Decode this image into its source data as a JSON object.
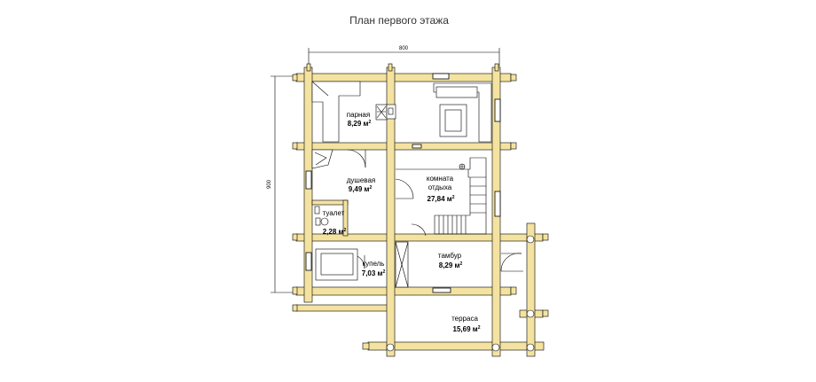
{
  "title": "План первого этажа",
  "dimensions": {
    "width": "800",
    "height": "900"
  },
  "rooms": [
    {
      "id": "parnaya",
      "name": "парная",
      "area": "8,29 м",
      "sup": "2"
    },
    {
      "id": "dushevaya",
      "name": "душевая",
      "area": "9,49 м",
      "sup": "2"
    },
    {
      "id": "komnata",
      "name_line1": "комната",
      "name_line2": "отдыха",
      "area": "27,84 м",
      "sup": "2"
    },
    {
      "id": "tualet",
      "name": "туалет",
      "area": "2,28 м",
      "sup": "2"
    },
    {
      "id": "kupel",
      "name": "купель",
      "area": "7,03 м",
      "sup": "2"
    },
    {
      "id": "tambur",
      "name": "тамбур",
      "area": "8,29 м",
      "sup": "2"
    },
    {
      "id": "terrasa",
      "name": "терраса",
      "area": "15,69 м",
      "sup": "2"
    }
  ],
  "colors": {
    "log": "#f4e3a0",
    "line": "#000000",
    "background": "#ffffff"
  }
}
